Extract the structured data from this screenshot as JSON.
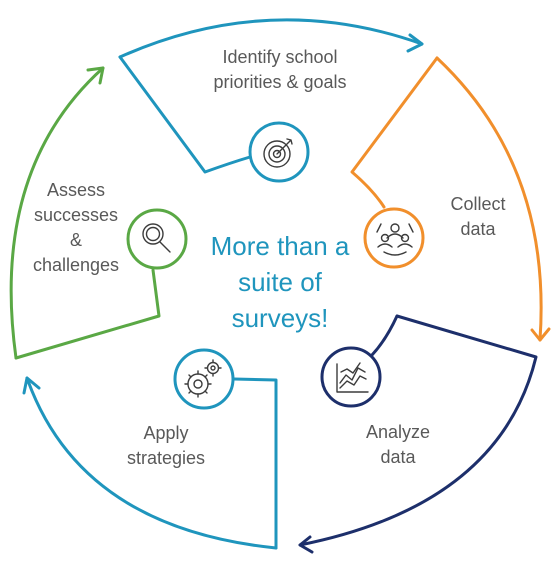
{
  "center_text": [
    "More than a",
    "suite of",
    "surveys!"
  ],
  "stages": [
    {
      "lines": [
        "Identify school",
        "priorities & goals"
      ],
      "icon": "target-icon",
      "color": "#1f95bd"
    },
    {
      "lines": [
        "Collect",
        "data"
      ],
      "icon": "people-network-icon",
      "color": "#f18f2c"
    },
    {
      "lines": [
        "Analyze",
        "data"
      ],
      "icon": "line-chart-icon",
      "color": "#1d2f6b"
    },
    {
      "lines": [
        "Apply",
        "strategies"
      ],
      "icon": "gears-icon",
      "color": "#1f95bd"
    },
    {
      "lines": [
        "Assess",
        "successes",
        "&",
        "challenges"
      ],
      "icon": "magnifier-icon",
      "color": "#5aa845"
    }
  ],
  "colors": {
    "text": "#595959",
    "center_text": "#1f95bd"
  }
}
